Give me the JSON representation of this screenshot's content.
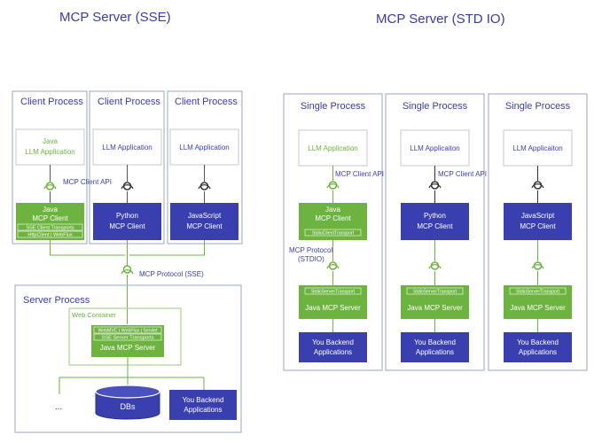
{
  "sse": {
    "title": "MCP Server (SSE)",
    "client_processes": [
      {
        "title": "Client Process",
        "app": [
          "Java",
          "LLM Application"
        ],
        "client": [
          "Java",
          "MCP Client"
        ],
        "transport": [
          "SSE Client Transports",
          "HttpClient | WebFlux"
        ]
      },
      {
        "title": "Client Process",
        "app": [
          "LLM Application"
        ],
        "client": [
          "Python",
          "MCP Client"
        ]
      },
      {
        "title": "Client Process",
        "app": [
          "LLM Application"
        ],
        "client": [
          "JavaScript",
          "MCP Client"
        ]
      }
    ],
    "mcp_client_api": "MCP Client API",
    "mcp_protocol": "MCP Protocol (SSE)",
    "server_process": {
      "title": "Server Process",
      "web_container": "Web Container",
      "webmvc_label": "WebMVC | WebFlux | Servlet",
      "transports_label": "SSE Server Transports",
      "server_label": "Java MCP Server",
      "ellipsis": "...",
      "dbs": "DBs",
      "backend": [
        "You Backend",
        "Applications"
      ]
    }
  },
  "stdio": {
    "title": "MCP Server (STD IO)",
    "single_processes": [
      {
        "title": "Single Process",
        "app": "LLM Application",
        "client": [
          "Java",
          "MCP Client"
        ],
        "client_transport": "StdioClientTransport",
        "server_transport": "StdioServerTransport",
        "server": "Java MCP Server",
        "backend": [
          "You Backend",
          "Applications"
        ]
      },
      {
        "title": "Single Process",
        "app": "LLM Applicaiton",
        "client": [
          "Python",
          "MCP Client"
        ],
        "server_transport": "StdioServerTransport",
        "server": "Java MCP Server",
        "backend": [
          "You Backend",
          "Applications"
        ]
      },
      {
        "title": "Single Process",
        "app": "LLM Applicaiton",
        "client": [
          "JavaScript",
          "MCP Client"
        ],
        "server_transport": "StdioServerTransport",
        "server": "Java MCP Server",
        "backend": [
          "You Backend",
          "Applications"
        ]
      }
    ],
    "mcp_client_api_1": "MCP Client API",
    "mcp_client_api_2": "MCP Client API",
    "mcp_protocol": [
      "MCP Protocol",
      "(STDIO)"
    ]
  },
  "colors": {
    "title_blue": "#3b3ba8",
    "green": "#6cb33f",
    "green_text": "#6cb33f",
    "navy": "#3a3fb0",
    "border_gray": "#9aa6c2",
    "line": "#555555"
  }
}
